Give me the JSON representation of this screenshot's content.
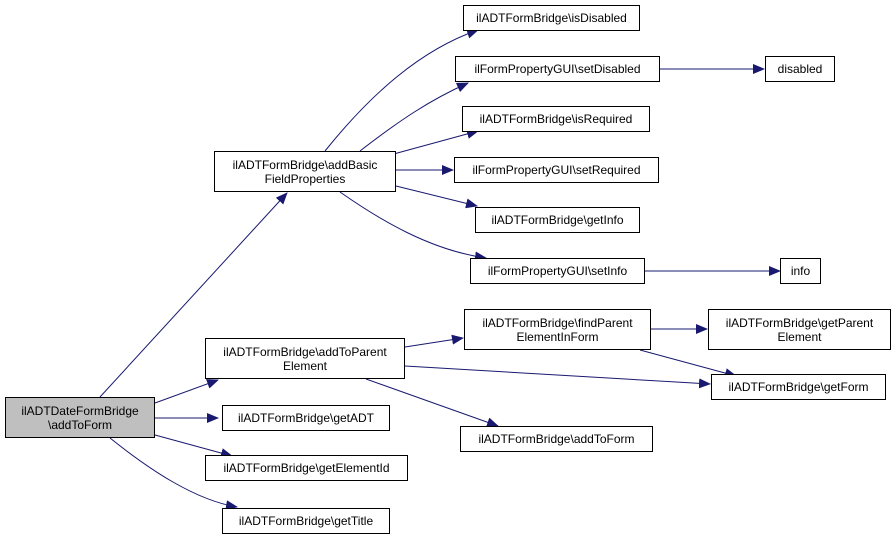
{
  "nodes": {
    "root": "ilADTDateFormBridge\n\\addToForm",
    "addBasic": "ilADTFormBridge\\addBasic\nFieldProperties",
    "addToParent": "ilADTFormBridge\\addToParent\nElement",
    "getADT": "ilADTFormBridge\\getADT",
    "getElementId": "ilADTFormBridge\\getElementId",
    "getTitle": "ilADTFormBridge\\getTitle",
    "isDisabled": "ilADTFormBridge\\isDisabled",
    "setDisabled": "ilFormPropertyGUI\\setDisabled",
    "disabled": "disabled",
    "isRequired": "ilADTFormBridge\\isRequired",
    "setRequired": "ilFormPropertyGUI\\setRequired",
    "getInfo": "ilADTFormBridge\\getInfo",
    "setInfo": "ilFormPropertyGUI\\setInfo",
    "info": "info",
    "findParent": "ilADTFormBridge\\findParent\nElementInForm",
    "getParentEl": "ilADTFormBridge\\getParent\nElement",
    "getForm": "ilADTFormBridge\\getForm",
    "addToForm": "ilADTFormBridge\\addToForm"
  },
  "colors": {
    "edge": "#191970",
    "root_fill": "#bfbfbf",
    "node_border": "#000000"
  }
}
